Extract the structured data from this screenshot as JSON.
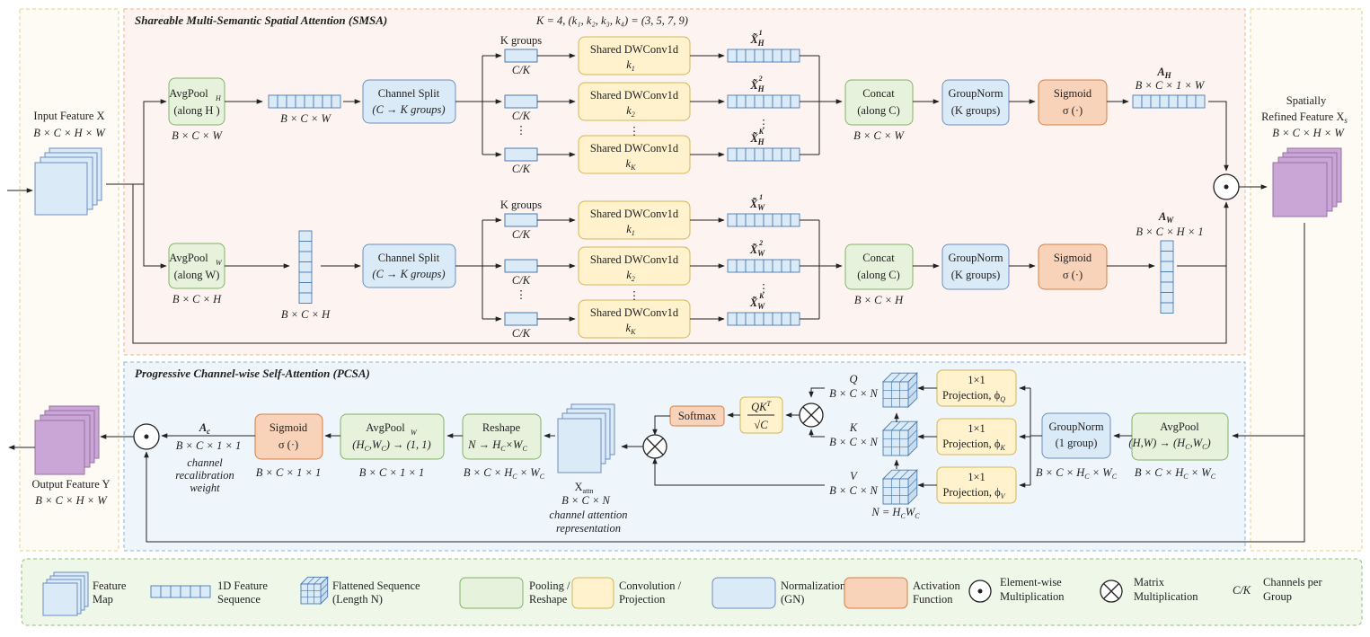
{
  "colors": {
    "green_fill": "#e6f2dc",
    "green_stroke": "#82b366",
    "blue_fill": "#dbeaf7",
    "blue_stroke": "#6c8ebf",
    "yellow_fill": "#fff2cc",
    "yellow_stroke": "#d6b656",
    "orange_fill": "#f9d3b9",
    "orange_stroke": "#d67f45",
    "purple_fill": "#c9a6d6",
    "purple_stroke": "#9673a6",
    "smsa_bg": "#fdf4f1",
    "smsa_border": "#f2b489",
    "pcsa_bg": "#eef6fb",
    "pcsa_border": "#8fb3d0",
    "side_bg": "#fdfbf3",
    "side_border": "#e6d28c",
    "legend_bg": "#eef7e8",
    "legend_border": "#8fbf73"
  },
  "smsa": {
    "title": "Shareable Multi-Semantic Spatial Attention (SMSA)",
    "k_note": "K = 4, (k₁, k₂, k₃, k₄) = (3, 5, 7, 9)",
    "k_groups": "K groups",
    "ck": "C/K",
    "dots": "⋮",
    "top": {
      "avgpool_l1": "AvgPool",
      "avgpool_sub": "H",
      "avgpool_l2": "(along H )",
      "avgpool_dim": "B × C × W",
      "seq_dim": "B × C × W",
      "conv_k": [
        "1",
        "2",
        "K"
      ],
      "x_sup": [
        "1",
        "2",
        "K"
      ],
      "x_sub": "H",
      "concat_l2": "(along C)",
      "concat_dim": "B × C × W",
      "a_label": "A",
      "a_sub": "H",
      "a_dim": "B × C × 1 × W"
    },
    "bottom": {
      "avgpool_l1": "AvgPool",
      "avgpool_sub": "W",
      "avgpool_l2": "(along W)",
      "avgpool_dim": "B × C × H",
      "seq_dim": "B × C × H",
      "conv_k": [
        "1",
        "2",
        "K"
      ],
      "x_sup": [
        "1",
        "2",
        "K"
      ],
      "x_sub": "W",
      "concat_l2": "(along C)",
      "concat_dim": "B × C × H",
      "a_label": "A",
      "a_sub": "W",
      "a_dim": "B × C × H × 1"
    },
    "channel_split_l1": "Channel Split",
    "channel_split_l2": "(C → K groups)",
    "shared_conv": "Shared DWConv1d",
    "concat_l1": "Concat",
    "groupnorm_l1": "GroupNorm",
    "groupnorm_l2": "(K groups)",
    "sigmoid_l1": "Sigmoid",
    "sigmoid_l2": "σ (·)"
  },
  "input": {
    "l1": "Input Feature X",
    "l2": "B × C × H × W"
  },
  "refined": {
    "l1": "Spatially",
    "l2": "Refined Feature X",
    "sub": "s",
    "l3": "B × C × H × W"
  },
  "output": {
    "l1": "Output Feature Y",
    "l2": "B × C × H × W"
  },
  "pcsa": {
    "title": "Progressive Channel-wise Self-Attention (PCSA)",
    "avgpool_l1": "AvgPool",
    "avgpool_l2": "(H,W) → (H",
    "avgpool_dim": "B × C × H",
    "groupnorm_l1": "GroupNorm",
    "groupnorm_l2": "(1 group)",
    "proj_l1": "1×1",
    "proj_l2": "Projection, ϕ",
    "proj_subs": [
      "Q",
      "K",
      "V"
    ],
    "qkv": [
      "Q",
      "K",
      "V"
    ],
    "qkv_dim": "B × C × N",
    "n_eq": "N = H",
    "softmax": "Softmax",
    "xattn_dim": "B × C × N",
    "xattn_l3": "channel attention",
    "xattn_l4": "representation",
    "reshape_l1": "Reshape",
    "reshape_l2": "N → H",
    "avgpoolw_l1": "AvgPool",
    "avgpoolw_sub": "W",
    "avgpoolw_l2": "(H",
    "avgpoolw_dim": "B × C × 1 × 1",
    "sigmoid_l1": "Sigmoid",
    "sigmoid_l2": "σ (·)",
    "sigmoid_dim": "B × C × 1 × 1",
    "ac_label": "A",
    "ac_sub": "c",
    "ac_dim": "B × C × 1 × 1",
    "ac_l3": "channel",
    "ac_l4": "recalibration",
    "ac_l5": "weight"
  },
  "legend": {
    "feature_map": [
      "Feature",
      "Map"
    ],
    "seq_1d": [
      "1D Feature",
      "Sequence"
    ],
    "flattened": [
      "Flattened Sequence",
      "(Length N)"
    ],
    "pooling": [
      "Pooling /",
      "Reshape"
    ],
    "conv": [
      "Convolution /",
      "Projection"
    ],
    "norm": [
      "Normalization",
      "(GN)"
    ],
    "act": [
      "Activation",
      "Function"
    ],
    "elementwise": [
      "Element-wise",
      "Multiplication"
    ],
    "matrix": [
      "Matrix",
      "Multiplication"
    ],
    "ck": "C/K",
    "ck_desc": [
      "Channels per",
      "Group"
    ]
  }
}
